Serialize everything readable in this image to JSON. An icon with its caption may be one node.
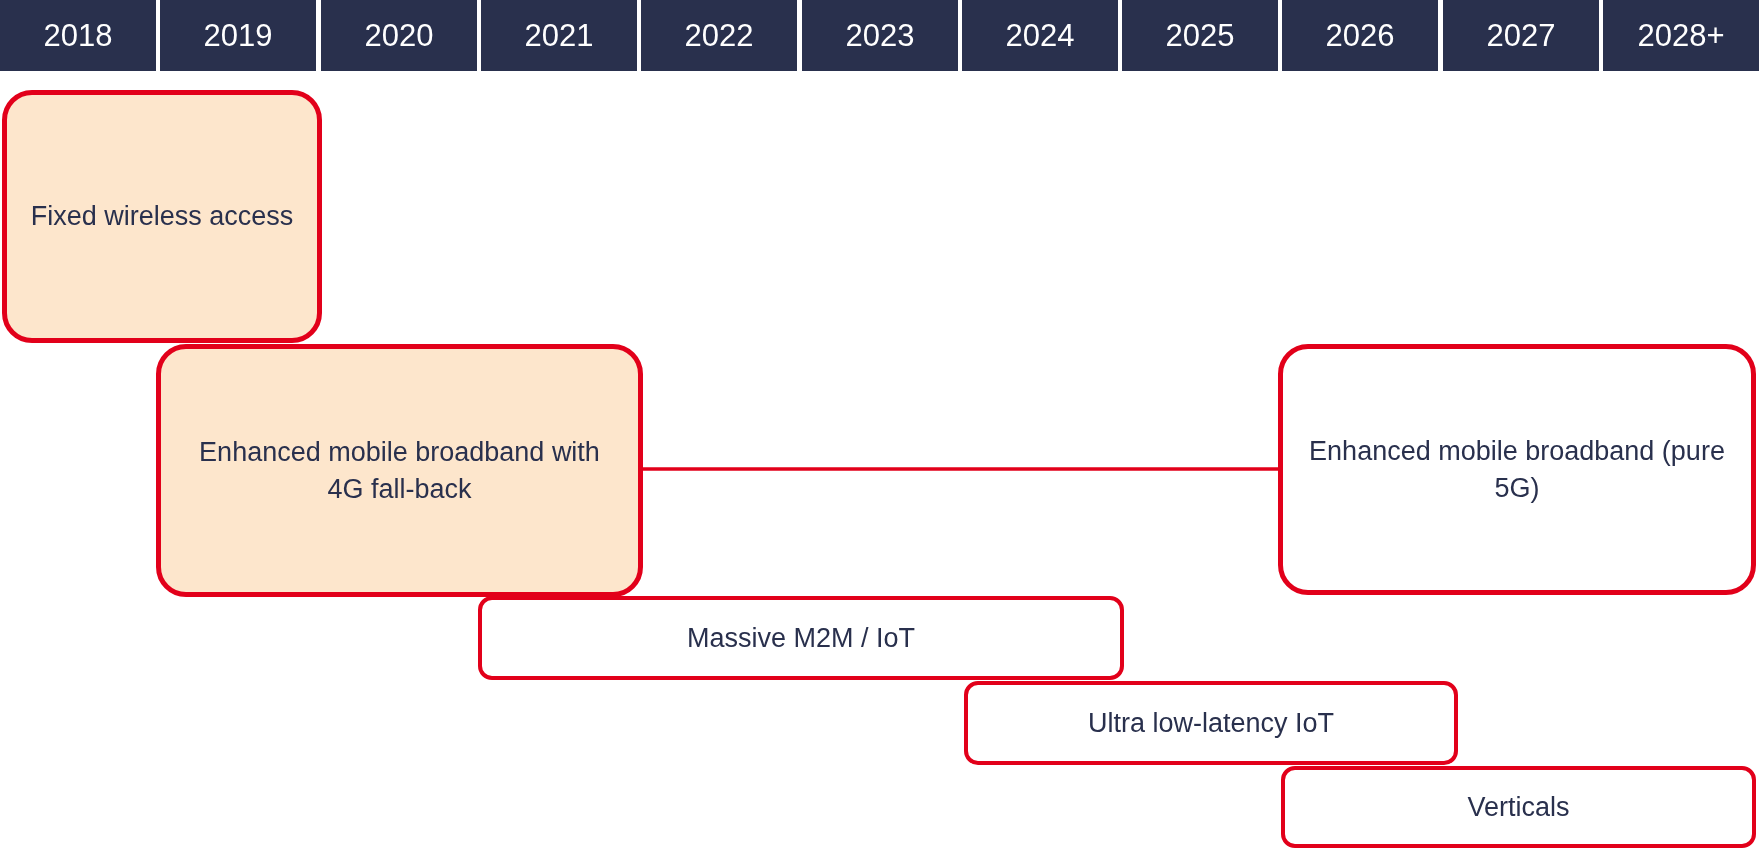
{
  "diagram": {
    "nodes": [
      {
        "text": [
          "2018"
        ]
      },
      {
        "text": [
          "2019"
        ]
      },
      {
        "text": [
          "2020"
        ]
      },
      {
        "text": [
          "2021"
        ]
      },
      {
        "text": [
          "2022"
        ]
      },
      {
        "text": [
          "2023"
        ]
      },
      {
        "text": [
          "2024"
        ]
      },
      {
        "text": [
          "2025"
        ]
      },
      {
        "text": [
          "2026"
        ]
      },
      {
        "text": [
          "2027"
        ]
      },
      {
        "text": [
          "2028+"
        ]
      },
      {
        "text": [
          "Fixed wireless access"
        ]
      },
      {
        "text": [
          "Enhanced mobile broadband with 4G fall-back"
        ]
      },
      {
        "text": [
          "Enhanced mobile broadband (pure 5G)"
        ]
      },
      {
        "text": [
          "Massive M2M / IoT"
        ]
      },
      {
        "text": [
          "Ultra low-latency IoT"
        ]
      },
      {
        "text": [
          "Verticals"
        ]
      }
    ],
    "edges": [
      {
        "from": 12,
        "to": 13,
        "arrow": "none"
      }
    ]
  }
}
